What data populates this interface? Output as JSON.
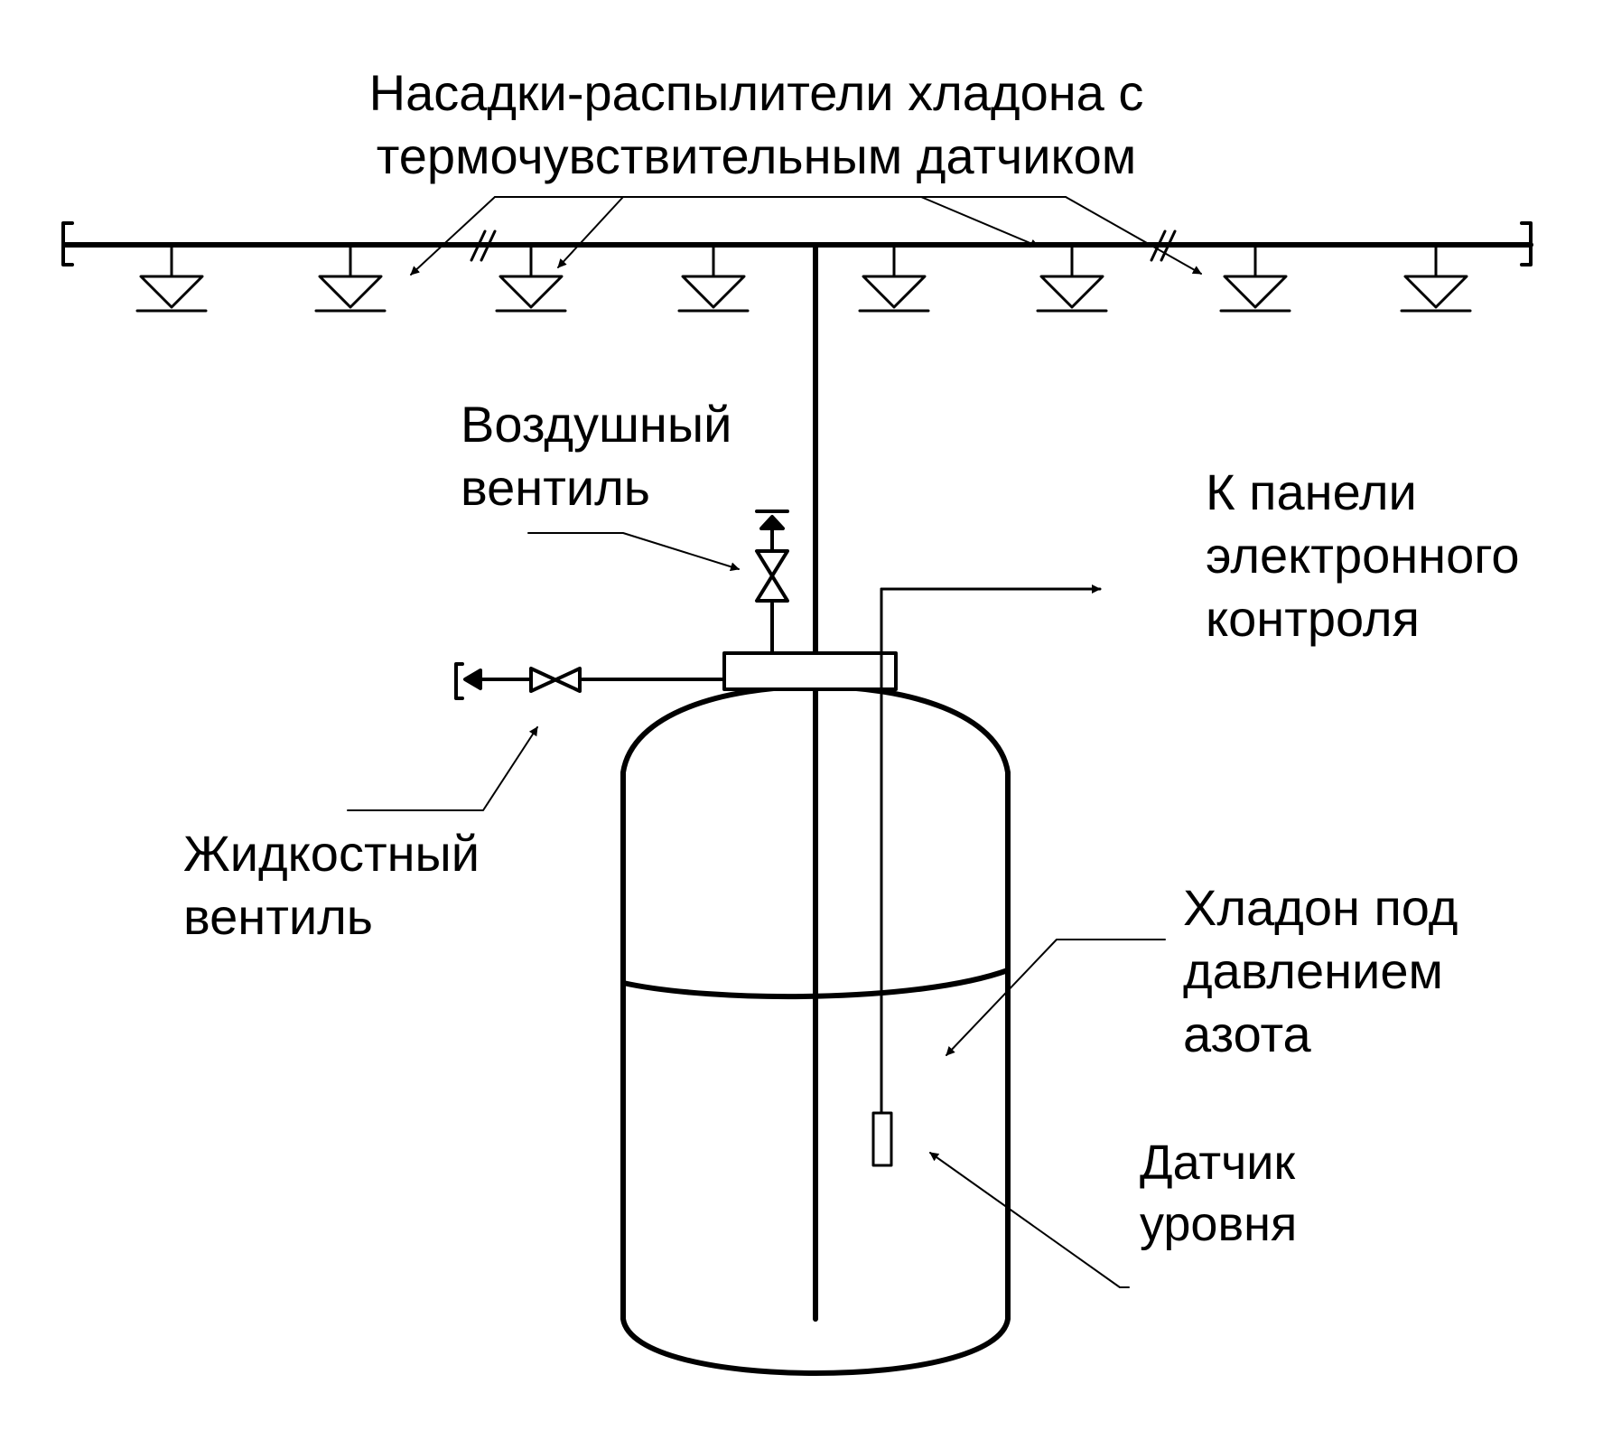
{
  "labels": {
    "nozzles": [
      "Насадки-распылители хладона с",
      "термочувствительным датчиком"
    ],
    "air_valve": [
      "Воздушный",
      "вентиль"
    ],
    "control_panel": [
      "К панели",
      "электронного",
      "контроля"
    ],
    "liquid_valve": [
      "Жидкостный",
      "вентиль"
    ],
    "halon": [
      "Хладон под",
      "давлением",
      "азота"
    ],
    "level_sensor": [
      "Датчик",
      "уровня"
    ]
  },
  "colors": {
    "ink": "#000000",
    "background": "#ffffff"
  }
}
